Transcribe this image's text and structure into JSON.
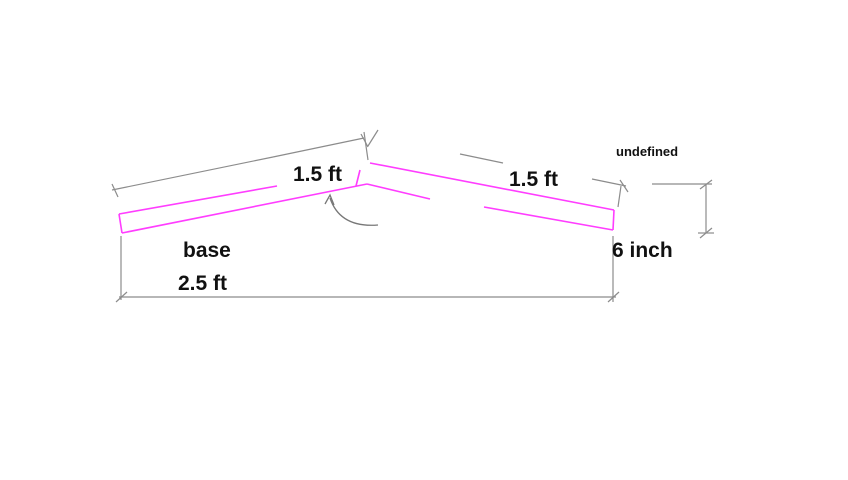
{
  "labels": {
    "left_slope": "1.5 ft",
    "right_slope": "1.5 ft",
    "undefined_label": "undefined",
    "base_label": "base",
    "base_length": "2.5 ft",
    "thickness": "6 inch"
  },
  "colors": {
    "panel_outline": "#ff3dff",
    "dimension_line": "#8c8c8c",
    "angle_arc": "#777777",
    "text": "#111111"
  }
}
